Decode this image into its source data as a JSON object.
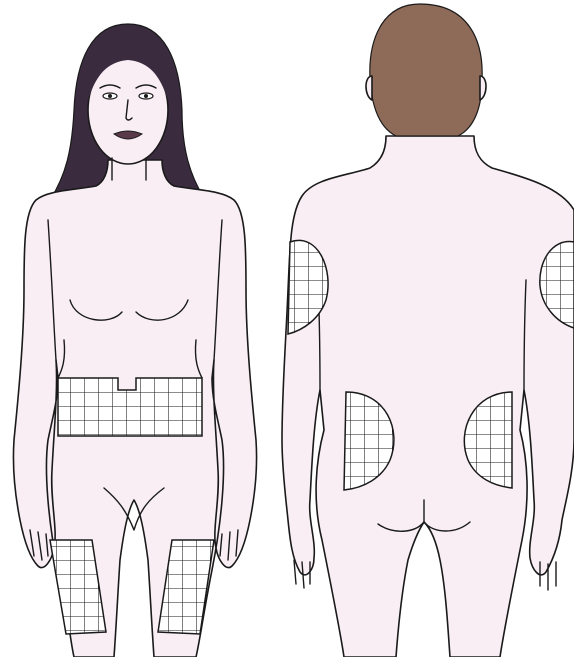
{
  "figures": [
    {
      "view": "front",
      "hair_color": "#3b2b3f"
    },
    {
      "view": "back",
      "hair_color": "#8e6a58"
    }
  ],
  "colors": {
    "skin": "#f8eef4",
    "outline": "#1a1a1a",
    "grid": "#1a1a1a",
    "background": "#ffffff"
  },
  "icons": [
    "front-body-figure",
    "back-body-figure",
    "grid-hatch-region"
  ]
}
